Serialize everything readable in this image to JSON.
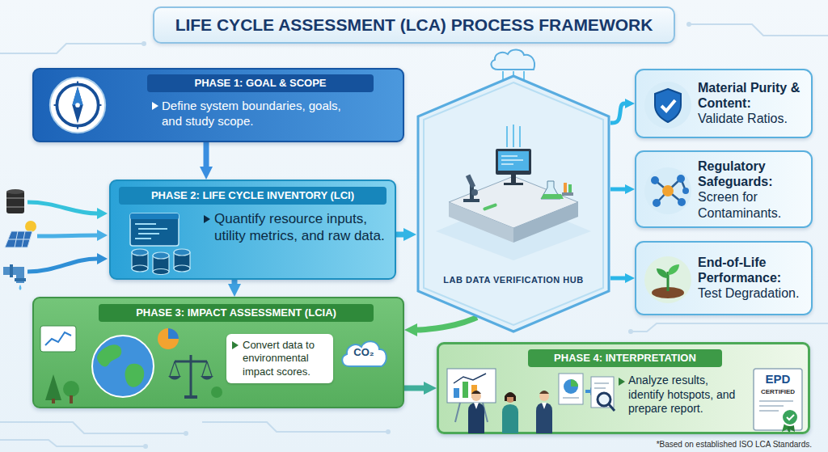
{
  "diagram": {
    "title": "LIFE CYCLE ASSESSMENT (LCA) PROCESS FRAMEWORK",
    "caption": "*Based on established ISO LCA Standards.",
    "nodes": [
      {
        "text": [
          "PHASE 1: GOAL & SCOPE",
          "Define system boundaries, goals, and study scope."
        ]
      },
      {
        "text": [
          "PHASE 2: LIFE CYCLE INVENTORY (LCI)",
          "Quantify resource inputs, utility metrics, and raw data."
        ]
      },
      {
        "text": [
          "LAB DATA VERIFICATION HUB"
        ]
      },
      {
        "text": [
          "Material Purity & Content:",
          "Validate Ratios."
        ]
      },
      {
        "text": [
          "Regulatory Safeguards:",
          "Screen for Contaminants."
        ]
      },
      {
        "text": [
          "End-of-Life Performance:",
          "Test Degradation."
        ]
      },
      {
        "text": [
          "PHASE 3: IMPACT ASSESSMENT (LCIA)",
          "Convert data to environmental impact scores."
        ]
      },
      {
        "text": [
          "PHASE 4: INTERPRETATION",
          "Analyze results, identify hotspots, and prepare report."
        ]
      }
    ],
    "edges": [
      {
        "from": 0,
        "to": 1,
        "arrow": "to"
      },
      {
        "from": 1,
        "to": 6,
        "arrow": "to"
      },
      {
        "from": 1,
        "to": 2,
        "arrow": "to"
      },
      {
        "from": 2,
        "to": 3,
        "arrow": "to"
      },
      {
        "from": 2,
        "to": 4,
        "arrow": "to"
      },
      {
        "from": 2,
        "to": 5,
        "arrow": "to"
      },
      {
        "from": 2,
        "to": 6,
        "arrow": "to"
      },
      {
        "from": 6,
        "to": 7,
        "arrow": "to"
      }
    ],
    "labels": [
      "CO₂",
      "EPD",
      "CERTIFIED"
    ]
  }
}
